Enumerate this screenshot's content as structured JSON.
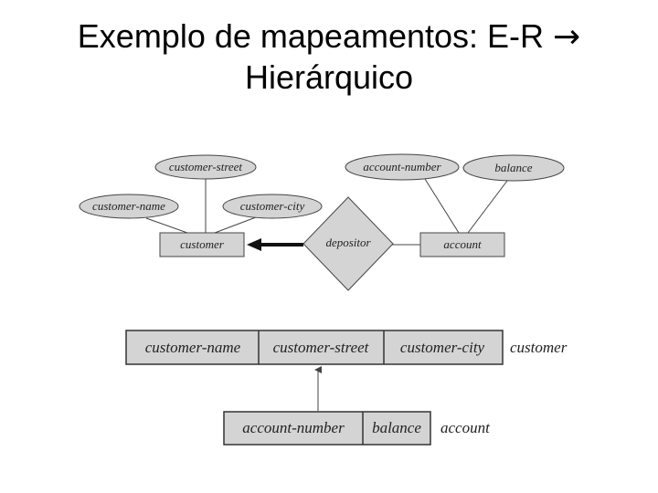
{
  "title": {
    "line1": "Exemplo de mapeamentos: E-R",
    "arrow": "→",
    "line2": "Hierárquico"
  },
  "er_diagram": {
    "attributes": {
      "customer_street": "customer-street",
      "customer_name": "customer-name",
      "customer_city": "customer-city",
      "account_number": "account-number",
      "balance": "balance"
    },
    "entities": {
      "customer": "customer",
      "account": "account"
    },
    "relationship": "depositor"
  },
  "hierarchical": {
    "customer_record": {
      "fields": [
        "customer-name",
        "customer-street",
        "customer-city"
      ],
      "label": "customer"
    },
    "account_record": {
      "fields": [
        "account-number",
        "balance"
      ],
      "label": "account"
    }
  },
  "colors": {
    "fill": "#d4d4d4",
    "stroke": "#444444",
    "text": "#222222"
  }
}
